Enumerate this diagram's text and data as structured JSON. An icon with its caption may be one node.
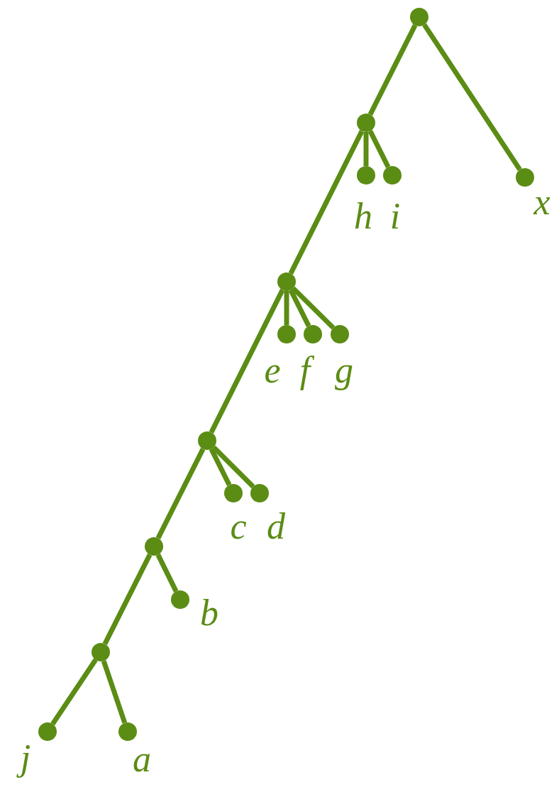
{
  "diagram": {
    "nodes": [
      {
        "text": [],
        "shape": "circle"
      },
      {
        "text": [],
        "shape": "circle"
      },
      {
        "text": [],
        "shape": "circle",
        "beside": [
          "h"
        ]
      },
      {
        "text": [],
        "shape": "circle",
        "beside": [
          "i"
        ]
      },
      {
        "text": [],
        "shape": "circle",
        "beside": [
          "x"
        ]
      },
      {
        "text": [],
        "shape": "circle"
      },
      {
        "text": [],
        "shape": "circle",
        "beside": [
          "e"
        ]
      },
      {
        "text": [],
        "shape": "circle",
        "beside": [
          "f"
        ]
      },
      {
        "text": [],
        "shape": "circle",
        "beside": [
          "g"
        ]
      },
      {
        "text": [],
        "shape": "circle"
      },
      {
        "text": [],
        "shape": "circle",
        "beside": [
          "c"
        ]
      },
      {
        "text": [],
        "shape": "circle",
        "beside": [
          "d"
        ]
      },
      {
        "text": [],
        "shape": "circle"
      },
      {
        "text": [],
        "shape": "circle",
        "beside": [
          "b"
        ]
      },
      {
        "text": [],
        "shape": "circle"
      },
      {
        "text": [],
        "shape": "circle",
        "beside": [
          "j"
        ]
      },
      {
        "text": [],
        "shape": "circle",
        "beside": [
          "a"
        ]
      }
    ],
    "edges": [
      {
        "from": 0,
        "to": 1,
        "arrow": "none"
      },
      {
        "from": 0,
        "to": 4,
        "arrow": "none"
      },
      {
        "from": 1,
        "to": 2,
        "arrow": "none"
      },
      {
        "from": 1,
        "to": 3,
        "arrow": "none"
      },
      {
        "from": 1,
        "to": 5,
        "arrow": "none"
      },
      {
        "from": 5,
        "to": 6,
        "arrow": "none"
      },
      {
        "from": 5,
        "to": 7,
        "arrow": "none"
      },
      {
        "from": 5,
        "to": 8,
        "arrow": "none"
      },
      {
        "from": 5,
        "to": 9,
        "arrow": "none"
      },
      {
        "from": 9,
        "to": 10,
        "arrow": "none"
      },
      {
        "from": 9,
        "to": 11,
        "arrow": "none"
      },
      {
        "from": 9,
        "to": 12,
        "arrow": "none"
      },
      {
        "from": 12,
        "to": 13,
        "arrow": "none"
      },
      {
        "from": 12,
        "to": 14,
        "arrow": "none"
      },
      {
        "from": 14,
        "to": 15,
        "arrow": "none"
      },
      {
        "from": 14,
        "to": 16,
        "arrow": "none"
      }
    ]
  }
}
